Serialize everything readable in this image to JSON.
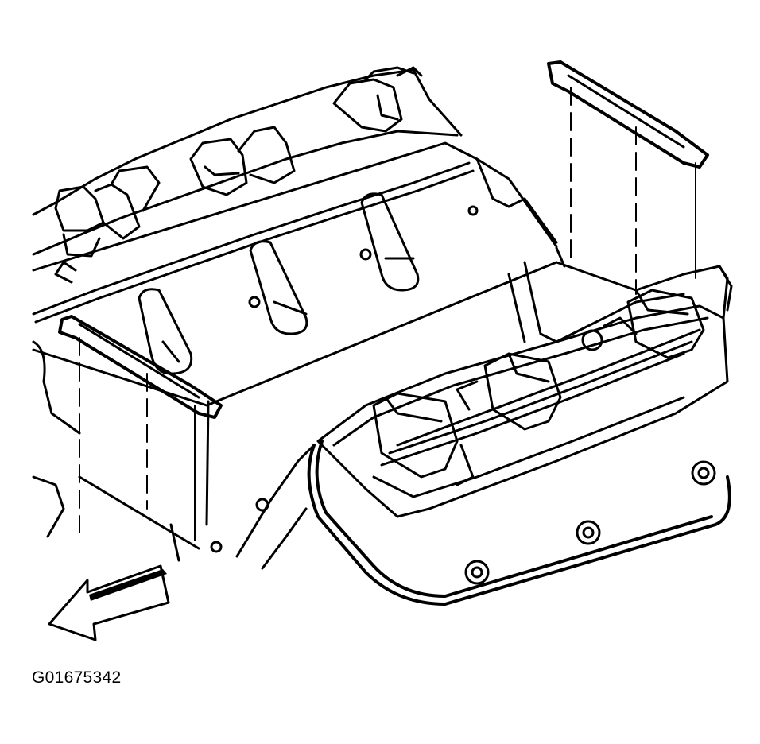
{
  "figure": {
    "id_label": "G01675342",
    "ink_color": "#000000",
    "paper_color": "#ffffff"
  },
  "parts": {
    "direction_arrow": "front-direction-arrow-icon",
    "left_bracket": "left-coil-bracket",
    "right_bracket": "right-coil-bracket"
  }
}
